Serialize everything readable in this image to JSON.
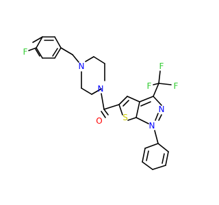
{
  "colors": {
    "background": "#ffffff",
    "bond": "#000000",
    "nitrogen": "#0000ff",
    "oxygen": "#ff0000",
    "fluorine": "#33cc33",
    "sulfur": "#cccc00"
  },
  "atoms": {
    "f_aryl": "F",
    "n_pip_top": "N",
    "n_pip_bottom": "N",
    "o_carbonyl": "O",
    "s_thiophene": "S",
    "n_pyrazole_2": "N",
    "n_pyrazole_1": "N",
    "f_cf3_top": "F",
    "f_cf3_left": "F",
    "f_cf3_right": "F"
  }
}
